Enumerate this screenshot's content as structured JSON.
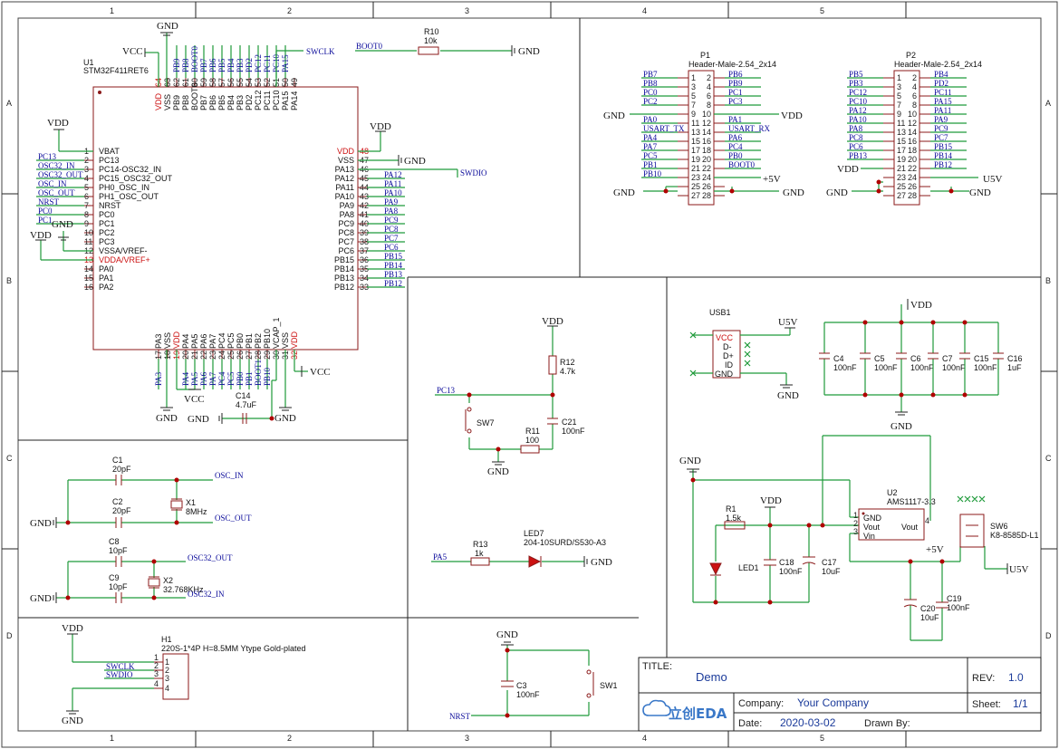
{
  "border": {
    "cols": [
      "1",
      "2",
      "3",
      "4",
      "5"
    ],
    "rows": [
      "A",
      "B",
      "C",
      "D"
    ]
  },
  "title_block": {
    "title_label": "TITLE:",
    "title_value": "Demo",
    "rev_label": "REV:",
    "rev_value": "1.0",
    "company_label": "Company:",
    "company_value": "Your Company",
    "sheet_label": "Sheet:",
    "sheet_value": "1/1",
    "date_label": "Date:",
    "date_value": "2020-03-02",
    "drawn_label": "Drawn By:",
    "logo_text": "立创EDA"
  },
  "u1": {
    "ref": "U1",
    "part": "STM32F411RET6",
    "left_pins": [
      {
        "n": "1",
        "name": "VBAT"
      },
      {
        "n": "2",
        "name": "PC13"
      },
      {
        "n": "3",
        "name": "PC14-OSC32_IN"
      },
      {
        "n": "4",
        "name": "PC15_OSC32_OUT"
      },
      {
        "n": "5",
        "name": "PH0_OSC_IN"
      },
      {
        "n": "6",
        "name": "PH1_OSC_OUT"
      },
      {
        "n": "7",
        "name": "NRST"
      },
      {
        "n": "8",
        "name": "PC0"
      },
      {
        "n": "9",
        "name": "PC1"
      },
      {
        "n": "10",
        "name": "PC2"
      },
      {
        "n": "11",
        "name": "PC3"
      },
      {
        "n": "12",
        "name": "VSSA/VREF-"
      },
      {
        "n": "13",
        "name": "VDDA/VREF+"
      },
      {
        "n": "14",
        "name": "PA0"
      },
      {
        "n": "15",
        "name": "PA1"
      },
      {
        "n": "16",
        "name": "PA2"
      }
    ],
    "left_nets": [
      "PC13",
      "OSC32_IN",
      "OSC32_OUT",
      "OSC_IN",
      "OSC_OUT",
      "NRST",
      "PC0",
      "PC1"
    ],
    "right_pins": [
      {
        "n": "48",
        "name": "VDD"
      },
      {
        "n": "47",
        "name": "VSS"
      },
      {
        "n": "46",
        "name": "PA13"
      },
      {
        "n": "45",
        "name": "PA12"
      },
      {
        "n": "44",
        "name": "PA11"
      },
      {
        "n": "43",
        "name": "PA10"
      },
      {
        "n": "42",
        "name": "PA9"
      },
      {
        "n": "41",
        "name": "PA8"
      },
      {
        "n": "40",
        "name": "PC9"
      },
      {
        "n": "39",
        "name": "PC8"
      },
      {
        "n": "38",
        "name": "PC7"
      },
      {
        "n": "37",
        "name": "PC6"
      },
      {
        "n": "36",
        "name": "PB15"
      },
      {
        "n": "35",
        "name": "PB14"
      },
      {
        "n": "34",
        "name": "PB13"
      },
      {
        "n": "33",
        "name": "PB12"
      }
    ],
    "right_nets": [
      "PA12",
      "PA11",
      "PA10",
      "PA9",
      "PA8",
      "PC9",
      "PC8",
      "PC7",
      "PC6",
      "PB15",
      "PB14",
      "PB13",
      "PB12"
    ],
    "top_pins": [
      {
        "n": "64",
        "name": "VDD"
      },
      {
        "n": "63",
        "name": "VSS"
      },
      {
        "n": "62",
        "name": "PB9"
      },
      {
        "n": "61",
        "name": "PB8"
      },
      {
        "n": "60",
        "name": "BOOT0"
      },
      {
        "n": "59",
        "name": "PB7"
      },
      {
        "n": "58",
        "name": "PB6"
      },
      {
        "n": "57",
        "name": "PB5"
      },
      {
        "n": "56",
        "name": "PB4"
      },
      {
        "n": "55",
        "name": "PB3"
      },
      {
        "n": "54",
        "name": "PD2"
      },
      {
        "n": "53",
        "name": "PC12"
      },
      {
        "n": "52",
        "name": "PC11"
      },
      {
        "n": "51",
        "name": "PC10"
      },
      {
        "n": "50",
        "name": "PA15"
      },
      {
        "n": "49",
        "name": "PA14"
      }
    ],
    "top_nets": [
      "PB9",
      "PB8",
      "BOOT0",
      "PB7",
      "PB6",
      "PB5",
      "PB4",
      "PB3",
      "PD2",
      "PC12",
      "PC11",
      "PC10",
      "PA15"
    ],
    "bottom_pins": [
      {
        "n": "17",
        "name": "PA3"
      },
      {
        "n": "18",
        "name": "VSS"
      },
      {
        "n": "19",
        "name": "VDD"
      },
      {
        "n": "20",
        "name": "PA4"
      },
      {
        "n": "21",
        "name": "PA5"
      },
      {
        "n": "22",
        "name": "PA6"
      },
      {
        "n": "23",
        "name": "PA7"
      },
      {
        "n": "24",
        "name": "PC4"
      },
      {
        "n": "25",
        "name": "PC5"
      },
      {
        "n": "26",
        "name": "PB0"
      },
      {
        "n": "27",
        "name": "PB1"
      },
      {
        "n": "28",
        "name": "PB2"
      },
      {
        "n": "29",
        "name": "PB10"
      },
      {
        "n": "30",
        "name": "VCAP_1"
      },
      {
        "n": "31",
        "name": "VSS"
      },
      {
        "n": "32",
        "name": "VDD"
      }
    ],
    "bottom_nets": [
      "PA3",
      "PA4",
      "PA5",
      "PA6",
      "PA7",
      "PC4",
      "PC5",
      "PB0",
      "PB1",
      "BOOT1",
      "PB10"
    ]
  },
  "power": {
    "gnd": "GND",
    "vcc": "VCC",
    "vdd": "VDD",
    "p5v": "+5V",
    "u5v": "U5V"
  },
  "nets": {
    "swclk": "SWCLK",
    "swdio": "SWDIO",
    "boot0": "BOOT0",
    "osc_in": "OSC_IN",
    "osc_out": "OSC_OUT",
    "osc32_out": "OSC32_OUT",
    "osc32_in": "OSC32_IN",
    "pc13": "PC13",
    "pa5": "PA5",
    "nrst": "NRST"
  },
  "components": {
    "r10": {
      "ref": "R10",
      "val": "10k"
    },
    "c14": {
      "ref": "C14",
      "val": "4.7uF"
    },
    "c1": {
      "ref": "C1",
      "val": "20pF"
    },
    "c2": {
      "ref": "C2",
      "val": "20pF"
    },
    "x1": {
      "ref": "X1",
      "val": "8MHz"
    },
    "c8": {
      "ref": "C8",
      "val": "10pF"
    },
    "c9": {
      "ref": "C9",
      "val": "10pF"
    },
    "x2": {
      "ref": "X2",
      "val": "32.768KHz"
    },
    "h1": {
      "ref": "H1",
      "val": "220S-1*4P H=8.5MM Ytype Gold-plated"
    },
    "r12": {
      "ref": "R12",
      "val": "4.7k"
    },
    "r11": {
      "ref": "R11",
      "val": "100"
    },
    "c21": {
      "ref": "C21",
      "val": "100nF"
    },
    "sw7": {
      "ref": "SW7"
    },
    "r13": {
      "ref": "R13",
      "val": "1k"
    },
    "led7": {
      "ref": "LED7",
      "val": "204-10SURD/S530-A3"
    },
    "c3": {
      "ref": "C3",
      "val": "100nF"
    },
    "sw1": {
      "ref": "SW1"
    },
    "usb1": {
      "ref": "USB1",
      "pins": [
        "VCC",
        "D-",
        "D+",
        "ID",
        "GND"
      ]
    },
    "caps": [
      {
        "ref": "C4",
        "val": "100nF"
      },
      {
        "ref": "C5",
        "val": "100nF"
      },
      {
        "ref": "C6",
        "val": "100nF"
      },
      {
        "ref": "C7",
        "val": "100nF"
      },
      {
        "ref": "C15",
        "val": "100nF"
      },
      {
        "ref": "C16",
        "val": "1uF"
      }
    ],
    "u2": {
      "ref": "U2",
      "val": "AMS1117-3.3",
      "pins": [
        "GND",
        "Vout",
        "Vin",
        "Vout"
      ]
    },
    "r1": {
      "ref": "R1",
      "val": "1.5k"
    },
    "led1": {
      "ref": "LED1"
    },
    "c18": {
      "ref": "C18",
      "val": "100nF"
    },
    "c17": {
      "ref": "C17",
      "val": "10uF"
    },
    "c20": {
      "ref": "C20",
      "val": "10uF"
    },
    "c19": {
      "ref": "C19",
      "val": "100nF"
    },
    "sw6": {
      "ref": "SW6",
      "val": "K8-8585D-L1"
    }
  },
  "p1": {
    "ref": "P1",
    "part": "Header-Male-2.54_2x14",
    "left_nets": [
      "PB7",
      "PB8",
      "PC0",
      "PC2",
      "PA0",
      "USART_TX",
      "PA4",
      "PA7",
      "PC5",
      "PB1",
      "PB10"
    ],
    "right_nets": [
      "PB6",
      "PB9",
      "PC1",
      "PC3",
      "PA1",
      "USART_RX",
      "PA6",
      "PC4",
      "PB0",
      "BOOT0"
    ]
  },
  "p2": {
    "ref": "P2",
    "part": "Header-Male-2.54_2x14",
    "left_nets": [
      "PB5",
      "PB3",
      "PC12",
      "PC10",
      "PA12",
      "PA10",
      "PA8",
      "PC8",
      "PC6",
      "PB13"
    ],
    "right_nets": [
      "PB4",
      "PD2",
      "PC11",
      "PA15",
      "PA11",
      "PA9",
      "PC9",
      "PC7",
      "PB15",
      "PB14",
      "PB12"
    ]
  }
}
